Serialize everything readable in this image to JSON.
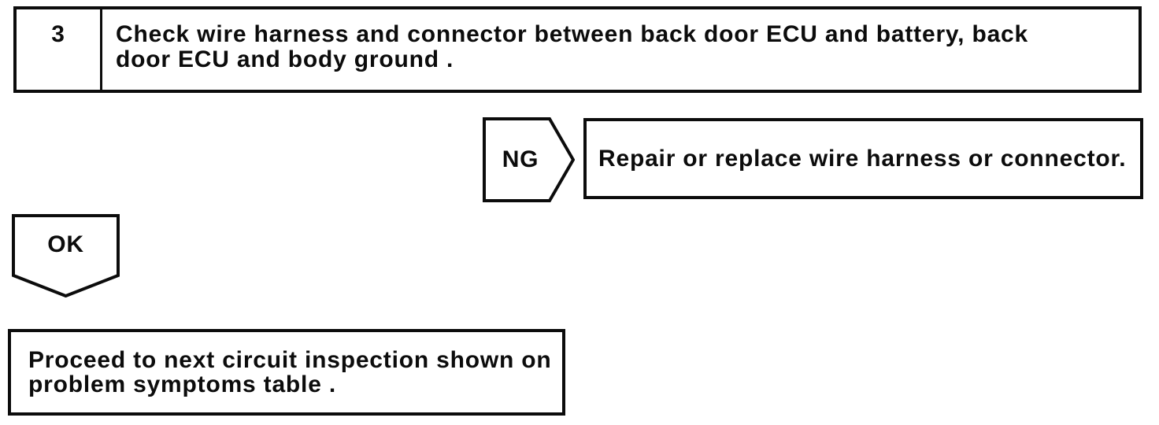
{
  "colors": {
    "ink": "#0c0c0c",
    "paper": "#ffffff"
  },
  "step_box": {
    "number": "3",
    "instruction": "Check wire harness and connector between back door ECU and battery, back door ECU and body ground ."
  },
  "ng_branch": {
    "label": "NG",
    "action": "Repair or replace wire harness or connector."
  },
  "ok_branch": {
    "label": "OK"
  },
  "result_box": {
    "text": "Proceed to next circuit inspection shown on problem symptoms table ."
  }
}
